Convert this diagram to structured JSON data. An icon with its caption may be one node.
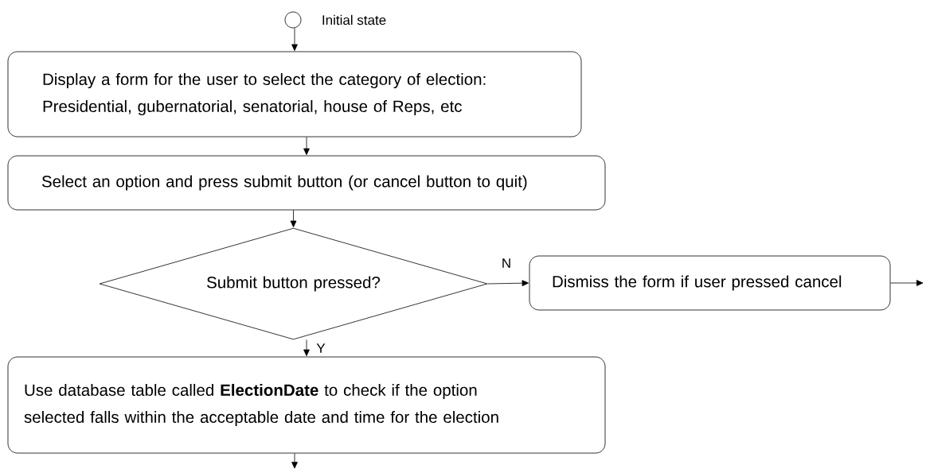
{
  "diagram": {
    "nodes": [
      {
        "text": [],
        "shape": "circle",
        "beside": [
          "Initial state"
        ]
      },
      {
        "text": [
          "Display a form for the user to select the category of election: Presidential, gubernatorial, senatorial, house of Reps, etc"
        ]
      },
      {
        "text": [
          "Select an option and press submit button (or cancel button to quit)"
        ]
      },
      {
        "text": [
          "Submit button pressed?"
        ]
      },
      {
        "text": [
          "Dismiss the form if user pressed cancel"
        ]
      },
      {
        "text": [
          "Use database table called **ElectionDate** to check if the option selected falls within the acceptable date and time for the election"
        ]
      }
    ],
    "edges": [
      {
        "from": 0,
        "to": 1,
        "arrow": "to"
      },
      {
        "from": 1,
        "to": 2,
        "arrow": "to"
      },
      {
        "from": 2,
        "to": 3,
        "arrow": "to"
      },
      {
        "from": 3,
        "to": 4,
        "arrow": "to",
        "label": "N"
      },
      {
        "from": 3,
        "to": 5,
        "arrow": "to",
        "label": "Y"
      },
      {
        "from": 4,
        "to": null,
        "arrow": "to"
      },
      {
        "from": 5,
        "to": null,
        "arrow": "to"
      }
    ]
  }
}
